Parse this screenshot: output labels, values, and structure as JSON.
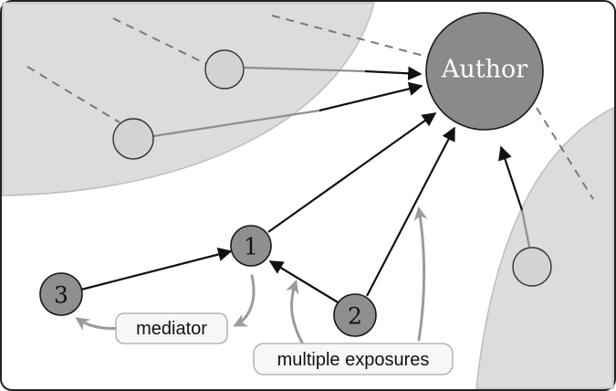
{
  "author": {
    "label": "Author"
  },
  "nodes": [
    {
      "id": "1",
      "label": "1"
    },
    {
      "id": "2",
      "label": "2"
    },
    {
      "id": "3",
      "label": "3"
    }
  ],
  "labels": {
    "mediator": "mediator",
    "multiple_exposures": "multiple exposures"
  },
  "colors": {
    "background": "#ffffff",
    "region": "#dcdcdd",
    "author_fill": "#8a8a8b",
    "numbered_node_fill": "#8f8f90",
    "peripheral_node_fill": "#d3d3d4",
    "annotation_arrow": "#9b9b9b"
  }
}
